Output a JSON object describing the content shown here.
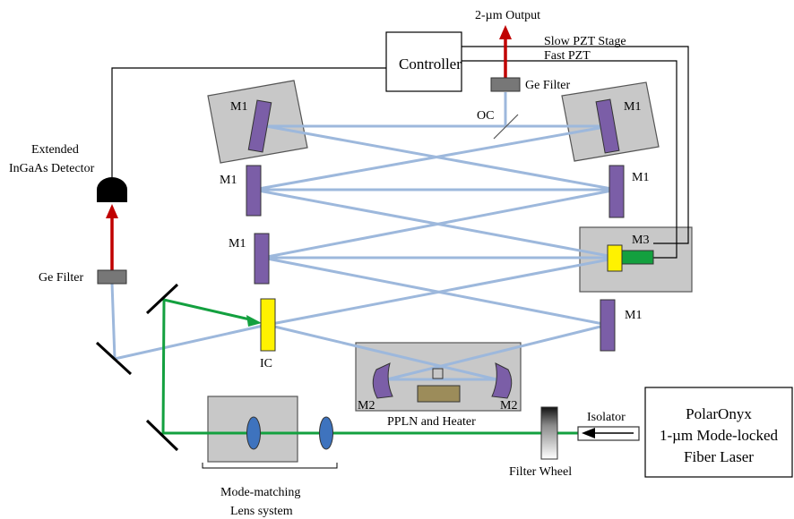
{
  "labels": {
    "output": "2-µm Output",
    "controller": "Controller",
    "slow_pzt": "Slow PZT Stage",
    "fast_pzt": "Fast PZT",
    "ge_filter_top": "Ge Filter",
    "oc": "OC",
    "m1": "M1",
    "m2": "M2",
    "m3": "M3",
    "ic": "IC",
    "detector_line1": "Extended",
    "detector_line2": "InGaAs Detector",
    "ge_filter_left": "Ge Filter",
    "ppln": "PPLN and Heater",
    "isolator": "Isolator",
    "filter_wheel": "Filter Wheel",
    "mode_matching_line1": "Mode-matching",
    "mode_matching_line2": "Lens system",
    "laser_line1": "PolarOnyx",
    "laser_line2": "1-µm Mode-locked",
    "laser_line3": "Fiber Laser"
  },
  "colors": {
    "cavity_beam": "#9DB8DC",
    "pump_beam": "#13A03F",
    "output_beam": "#C00000",
    "mirror_m1": "#7B5EA7",
    "ic_crystal": "#FFF200",
    "housing": "#C8C8C8",
    "lens": "#3E73BE",
    "ppln_block": "#9C8C5A",
    "filter_dark": "#777777",
    "wire": "#000000"
  }
}
